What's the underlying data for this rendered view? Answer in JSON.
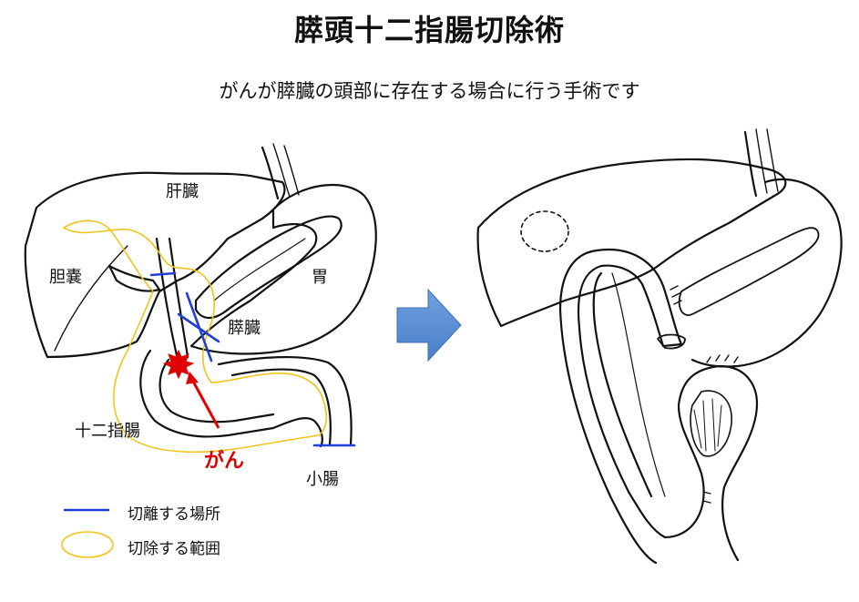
{
  "title": "膵頭十二指腸切除術",
  "subtitle": "がんが膵臓の頭部に存在する場合に行う手術です",
  "labels": {
    "liver": "肝臓",
    "gallbladder": "胆嚢",
    "stomach": "胃",
    "pancreas": "膵臓",
    "duodenum": "十二指腸",
    "cancer": "がん",
    "small_intestine": "小腸"
  },
  "legend": [
    {
      "label": "切離する場所",
      "symbol": "blue-line",
      "color": "#1f3fd8"
    },
    {
      "label": "切除する範囲",
      "symbol": "yellow-outline",
      "color": "#f0c419"
    }
  ],
  "colors": {
    "cut_line": "#1f3fd8",
    "resection_outline": "#f0c419",
    "cancer": "#e00000",
    "arrow": "#5b8ed6",
    "ink": "#111111"
  }
}
